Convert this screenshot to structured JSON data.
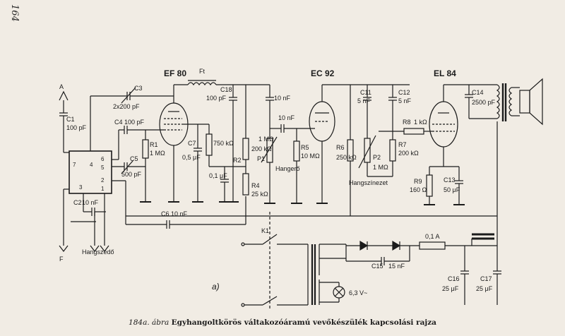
{
  "page_number": "164",
  "figure_caption": {
    "number": "184a. ábra",
    "title": "Egyhangoltkörös váltakozóáramú vevőkészülék kapcsolási rajza"
  },
  "tubes": {
    "ef80": "EF 80",
    "ec92": "EC 92",
    "el84": "EL 84"
  },
  "terminals": {
    "antenna": "A",
    "earth": "F",
    "pickup": "Hangszedő"
  },
  "coil_pins": {
    "p7": "7",
    "p4": "4",
    "p6": "6",
    "p5": "5",
    "p2": "2",
    "p1": "1",
    "p3": "3"
  },
  "components": {
    "C1": {
      "name": "C1",
      "value": "100 pF"
    },
    "C2": {
      "name": "C2",
      "value": "10 nF"
    },
    "C3": {
      "name": "C3",
      "value": "2x200 pF"
    },
    "C4": {
      "name": "C4",
      "value": "100 pF"
    },
    "C5": {
      "name": "C5",
      "value": "500 pF"
    },
    "C6": {
      "name": "C6",
      "value": "10 nF"
    },
    "C7": {
      "name": "C7",
      "value": "0,5 μF"
    },
    "C8": {
      "name": "",
      "value": "0,1 μF"
    },
    "C9": {
      "name": "",
      "value": "10 nF"
    },
    "C10": {
      "name": "",
      "value": "10 nF"
    },
    "C11": {
      "name": "C11",
      "value": "5 nF"
    },
    "C12": {
      "name": "C12",
      "value": "5 nF"
    },
    "C13": {
      "name": "C13",
      "value": "50 μF"
    },
    "C14": {
      "name": "C14",
      "value": "2500 pF"
    },
    "C15": {
      "name": "C15",
      "value": "15 nF"
    },
    "C16": {
      "name": "C16",
      "value": "25 μF"
    },
    "C17": {
      "name": "C17",
      "value": "25 μF"
    },
    "C18": {
      "name": "C18",
      "value": "100 pF"
    },
    "Ft": {
      "name": "Ft",
      "value": ""
    },
    "R1": {
      "name": "R1",
      "value": "1 MΩ"
    },
    "R2": {
      "name": "R2",
      "value": "200 kΩ"
    },
    "R3": {
      "name": "",
      "value": "750 kΩ"
    },
    "R4": {
      "name": "R4",
      "value": "25 kΩ"
    },
    "R5": {
      "name": "R5",
      "value": "10 MΩ"
    },
    "R6": {
      "name": "R6",
      "value": "250 kΩ"
    },
    "R7": {
      "name": "R7",
      "value": "200 kΩ"
    },
    "R8": {
      "name": "R8",
      "value": "1 kΩ"
    },
    "R9": {
      "name": "R9",
      "value": "160 Ω"
    },
    "P1": {
      "name": "P1",
      "value": "1 MΩ",
      "function": "Hangerő"
    },
    "P2": {
      "name": "P2",
      "value": "1 MΩ",
      "function": "Hangszínezet"
    },
    "K1": {
      "name": "K1"
    },
    "fuse": {
      "value": "0,1 A"
    },
    "pilot_lamp": {
      "value": "6,3 V~"
    }
  },
  "power_section_label": "a)"
}
